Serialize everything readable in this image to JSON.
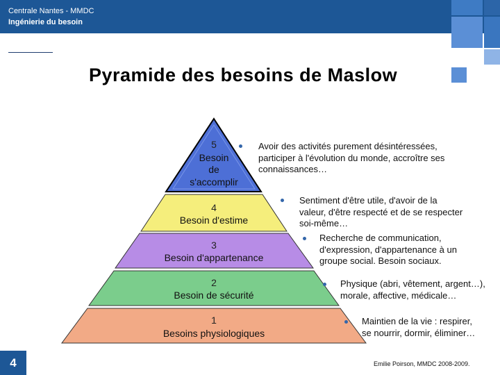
{
  "header": {
    "org": "Centrale Nantes - MMDC",
    "course": "Ingénierie du besoin"
  },
  "slide": {
    "title": "Pyramide des besoins de Maslow",
    "page_number": "4",
    "footer": "Emilie Poirson, MMDC 2008-2009."
  },
  "pyramid": {
    "tiers": [
      {
        "num": "5",
        "lines": [
          "Besoin",
          "de",
          "s'accomplir"
        ],
        "color": "#4d6fd6"
      },
      {
        "num": "4",
        "lines": [
          "Besoin d'estime"
        ],
        "color": "#f5ee7c"
      },
      {
        "num": "3",
        "lines": [
          "Besoin d'appartenance"
        ],
        "color": "#b78ce6"
      },
      {
        "num": "2",
        "lines": [
          "Besoin de sécurité"
        ],
        "color": "#7bcd8c"
      },
      {
        "num": "1",
        "lines": [
          "Besoins physiologiques"
        ],
        "color": "#f2aa86"
      }
    ]
  },
  "descriptions": {
    "level5": [
      "Avoir des activités purement désintéressées,",
      "participer à l'évolution du monde, accroître ses",
      "connaissances…"
    ],
    "level4": [
      "Sentiment d'être utile, d'avoir de la",
      "valeur, d'être respecté et de se respecter",
      "soi-même…"
    ],
    "level3": [
      "Recherche de communication,",
      "d'expression, d'appartenance à un",
      "groupe social. Besoin sociaux."
    ],
    "level2": [
      "Physique (abri, vêtement, argent…),",
      "morale, affective, médicale…"
    ],
    "level1": [
      "Maintien de la vie : respirer,",
      "se nourrir, dormir, éliminer…"
    ]
  },
  "colors": {
    "header_blue": "#1d5796",
    "bullet_blue": "#3366aa"
  }
}
